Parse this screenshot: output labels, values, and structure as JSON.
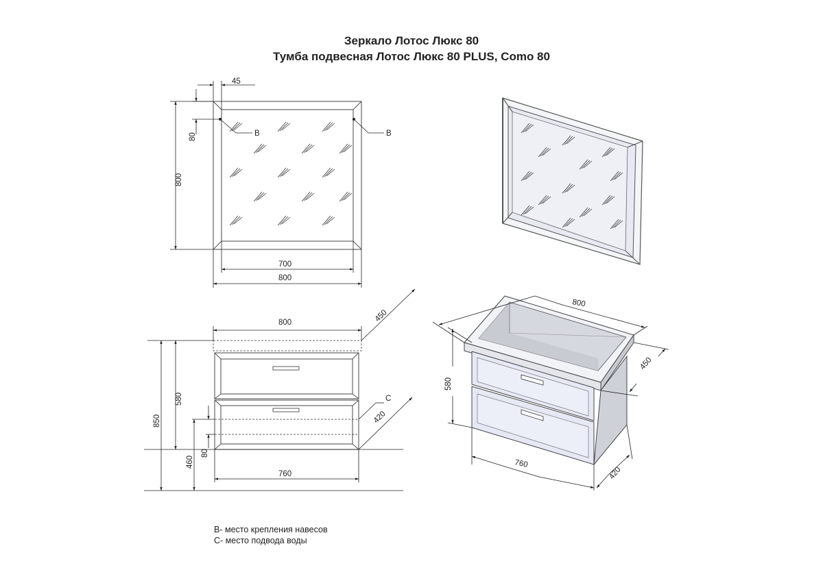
{
  "title_line1": "Зеркало Лотос Люкс 80",
  "title_line2": "Тумба подвесная Лотос Люкс 80 PLUS, Como 80",
  "mirror_front": {
    "dim_45": "45",
    "dim_80": "80",
    "dim_800_height": "800",
    "dim_700": "700",
    "dim_800_width": "800",
    "mount_label_left": "B",
    "mount_label_right": "B"
  },
  "cabinet_front": {
    "dim_800_top": "800",
    "dim_450": "450",
    "dim_850": "850",
    "dim_580": "580",
    "dim_460": "460",
    "dim_80": "80",
    "dim_760": "760",
    "dim_420": "420",
    "water_label": "C"
  },
  "cabinet_3d": {
    "dim_800": "800",
    "dim_450": "450",
    "dim_580": "580",
    "dim_760": "760",
    "dim_420": "420"
  },
  "legend": {
    "b_note": "B- место крепления навесов",
    "c_note": "C- место подвода воды"
  },
  "colors": {
    "line": "#222222",
    "frame": "#555555",
    "glass_fill": "#e8eaf3",
    "drawer_fill": "#e6e9f5",
    "body_fill": "#d9dbe3",
    "basin_inner": "#cfd1d9"
  }
}
